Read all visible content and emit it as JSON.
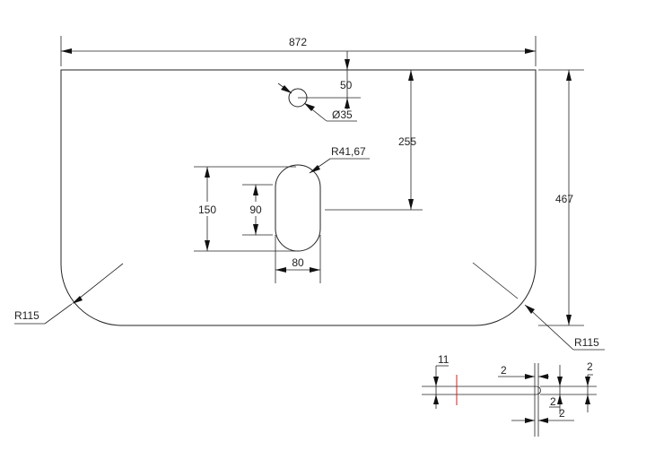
{
  "drawing": {
    "dimensions": {
      "overall_width": "872",
      "overall_height": "467",
      "hole_offset": "50",
      "hole_diameter": "Ø35",
      "slot_offset": "255",
      "slot_radius": "R41,67",
      "slot_height": "150",
      "slot_inner": "90",
      "slot_width": "80",
      "corner_radius_left": "R115",
      "corner_radius_right": "R115"
    },
    "detail": {
      "edge_offset": "11",
      "gap_top": "2",
      "gap_right": "2",
      "gap_mid": "2",
      "gap_bottom": "2"
    },
    "colors": {
      "line": "#222222",
      "marker": "#d22020"
    }
  }
}
